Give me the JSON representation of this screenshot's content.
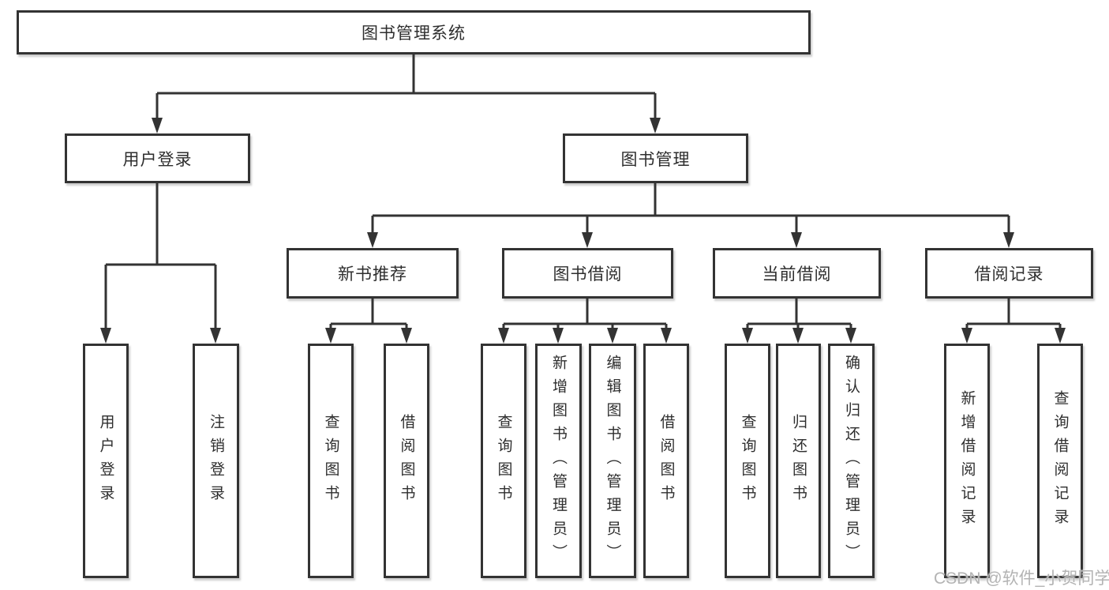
{
  "diagram": {
    "title": "图书管理系统",
    "line_color": "#333333",
    "box_background": "#ffffff",
    "nodes": {
      "root": "图书管理系统",
      "l2": [
        "用户登录",
        "图书管理"
      ],
      "l3": [
        "新书推荐",
        "图书借阅",
        "当前借阅",
        "借阅记录"
      ],
      "leaves": [
        "用户登录",
        "注销登录",
        "查询图书",
        "借阅图书",
        "查询图书",
        "新增图书（管理员）",
        "编辑图书（管理员）",
        "借阅图书",
        "查询图书",
        "归还图书",
        "确认归还（管理员）",
        "新增借阅记录",
        "查询借阅记录"
      ]
    },
    "structure": {
      "图书管理系统": [
        "用户登录",
        "图书管理"
      ],
      "用户登录": [
        "用户登录",
        "注销登录"
      ],
      "图书管理": [
        "新书推荐",
        "图书借阅",
        "当前借阅",
        "借阅记录"
      ],
      "新书推荐": [
        "查询图书",
        "借阅图书"
      ],
      "图书借阅": [
        "查询图书",
        "新增图书（管理员）",
        "编辑图书（管理员）",
        "借阅图书"
      ],
      "当前借阅": [
        "查询图书",
        "归还图书",
        "确认归还（管理员）"
      ],
      "借阅记录": [
        "新增借阅记录",
        "查询借阅记录"
      ]
    }
  },
  "watermark": {
    "text": "CSDN @软件_小贺同学",
    "color": "#b3b3b3"
  }
}
